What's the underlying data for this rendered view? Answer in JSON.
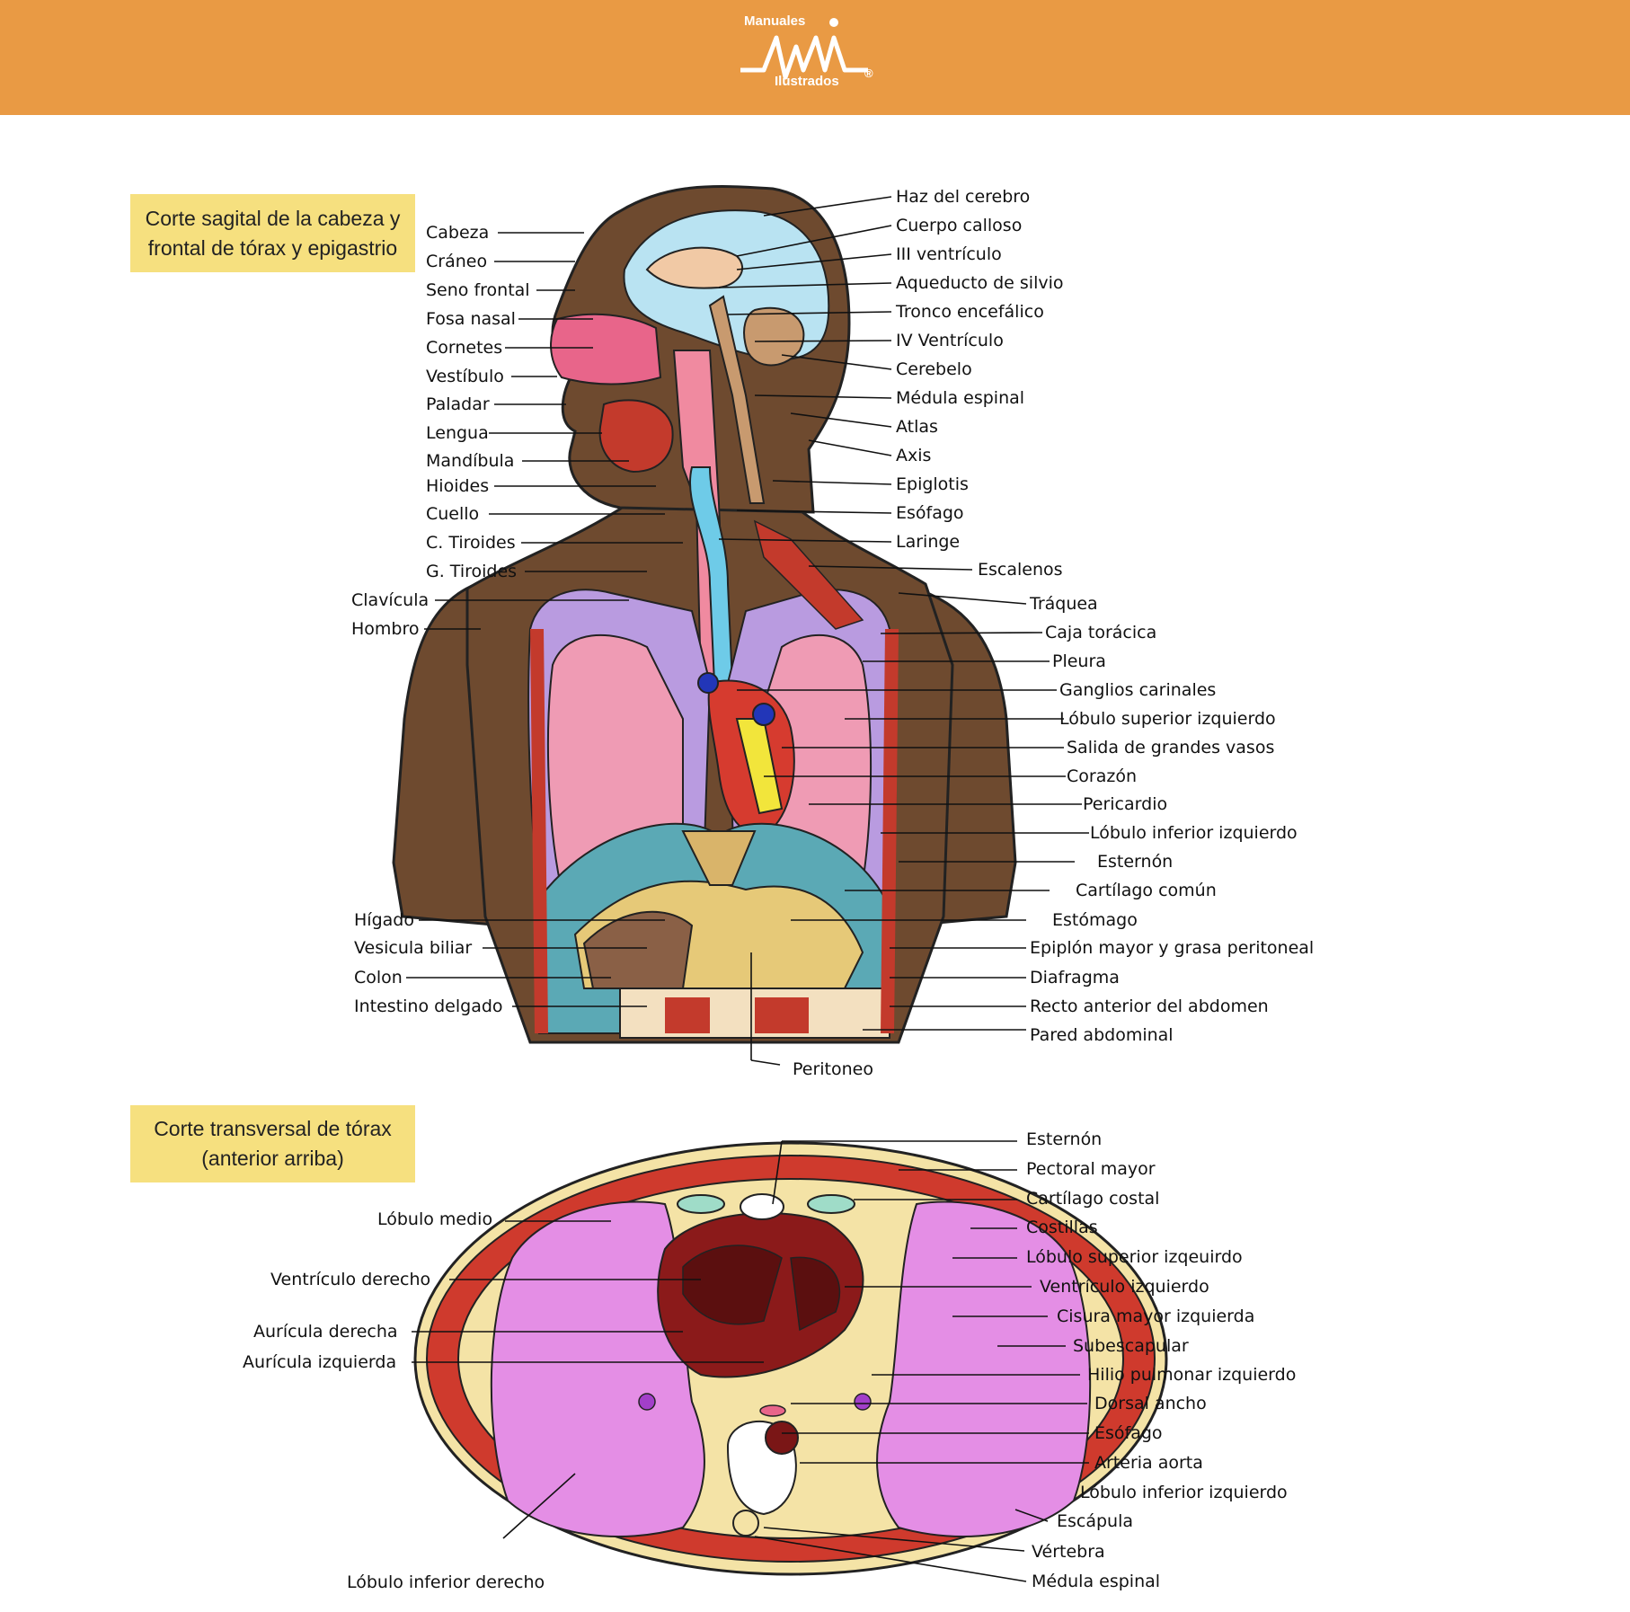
{
  "header": {
    "brand_top": "Manuales",
    "brand_bottom": "Ilustrados",
    "registered": "®",
    "color": "#e99a44"
  },
  "section1": {
    "title_line1": "Corte sagital de la cabeza y",
    "title_line2": "frontal de tórax y epigastrio",
    "labels": {
      "cabeza": "Cabeza",
      "craneo": "Cráneo",
      "seno_frontal": "Seno frontal",
      "fosa_nasal": "Fosa nasal",
      "cornetes": "Cornetes",
      "vestibulo": "Vestíbulo",
      "paladar": "Paladar",
      "lengua": "Lengua",
      "mandibula": "Mandíbula",
      "hioides": "Hioides",
      "cuello": "Cuello",
      "c_tiroides": "C. Tiroides",
      "g_tiroides": "G. Tiroides",
      "clavicula": "Clavícula",
      "hombro": "Hombro",
      "higado": "Hígado",
      "vesicula": "Vesicula biliar",
      "colon": "Colon",
      "intestino": "Intestino delgado",
      "haz_cerebro": "Haz del cerebro",
      "cuerpo_calloso": "Cuerpo calloso",
      "iii_ventriculo": "III ventrículo",
      "acueducto": "Aqueducto de silvio",
      "tronco": "Tronco encefálico",
      "iv_ventriculo": "IV Ventrículo",
      "cerebelo": "Cerebelo",
      "medula": "Médula espinal",
      "atlas": "Atlas",
      "axis": "Axis",
      "epiglotis": "Epiglotis",
      "esofago": "Esófago",
      "laringe": "Laringe",
      "escalenos": "Escalenos",
      "traquea": "Tráquea",
      "caja_toracica": "Caja torácica",
      "pleura": "Pleura",
      "ganglios": "Ganglios carinales",
      "lobulo_sup_izq": "Lóbulo superior izquierdo",
      "salida_vasos": "Salida de grandes vasos",
      "corazon": "Corazón",
      "pericardio": "Pericardio",
      "lobulo_inf_izq": "Lóbulo inferior izquierdo",
      "esternon": "Esternón",
      "cartilago": "Cartílago común",
      "estomago": "Estómago",
      "epiplon": "Epiplón mayor y grasa peritoneal",
      "diafragma": "Diafragma",
      "recto": "Recto anterior del abdomen",
      "pared": "Pared abdominal",
      "peritoneo": "Peritoneo"
    }
  },
  "section2": {
    "title_line1": "Corte transversal de tórax",
    "title_line2": "(anterior arriba)",
    "labels": {
      "lobulo_medio": "Lóbulo medio",
      "ventriculo_der": "Ventrículo derecho",
      "auricula_der": "Aurícula derecha",
      "auricula_izq": "Aurícula izquierda",
      "lobulo_inf_der": "Lóbulo inferior derecho",
      "esternon": "Esternón",
      "pectoral": "Pectoral mayor",
      "cartilago_costal": "Cartílago costal",
      "costillas": "Costillas",
      "lobulo_sup_izq": "Lóbulo superior izqeuirdo",
      "ventriculo_izq": "Ventrículo izquierdo",
      "cisura": "Cisura mayor izquierda",
      "subescapular": "Subescapular",
      "hilio": "Hilio pulmonar izquierdo",
      "dorsal": "Dorsal ancho",
      "esofago": "Esófago",
      "aorta": "Arteria aorta",
      "lobulo_inf_izq": "Lóbulo inferior izquierdo",
      "escapula": "Escápula",
      "vertebra": "Vértebra",
      "medula": "Médula espinal"
    }
  }
}
